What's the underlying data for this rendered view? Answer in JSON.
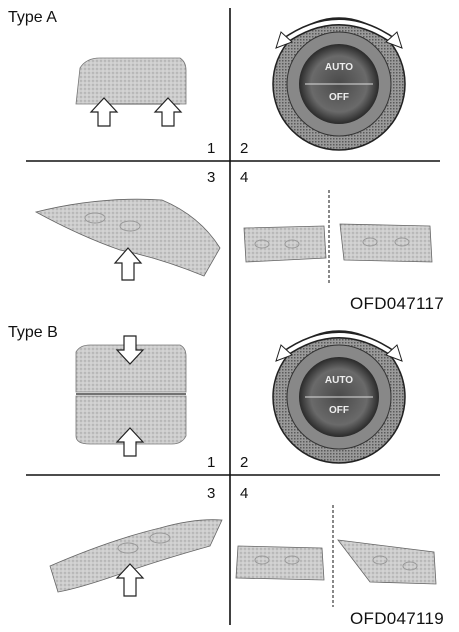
{
  "sections": [
    {
      "type_label": "Type A",
      "panel_numbers": [
        "1",
        "2",
        "3",
        "4"
      ],
      "figure_code": "OFD047117",
      "dial_labels": [
        "AUTO",
        "OFF"
      ]
    },
    {
      "type_label": "Type B",
      "panel_numbers": [
        "1",
        "2",
        "3",
        "4"
      ],
      "figure_code": "OFD047119",
      "dial_labels": [
        "AUTO",
        "OFF"
      ]
    }
  ],
  "colors": {
    "line": "#111111",
    "panel_fill": "#c9c9c9",
    "dial_fill": "#8a8a8a"
  }
}
